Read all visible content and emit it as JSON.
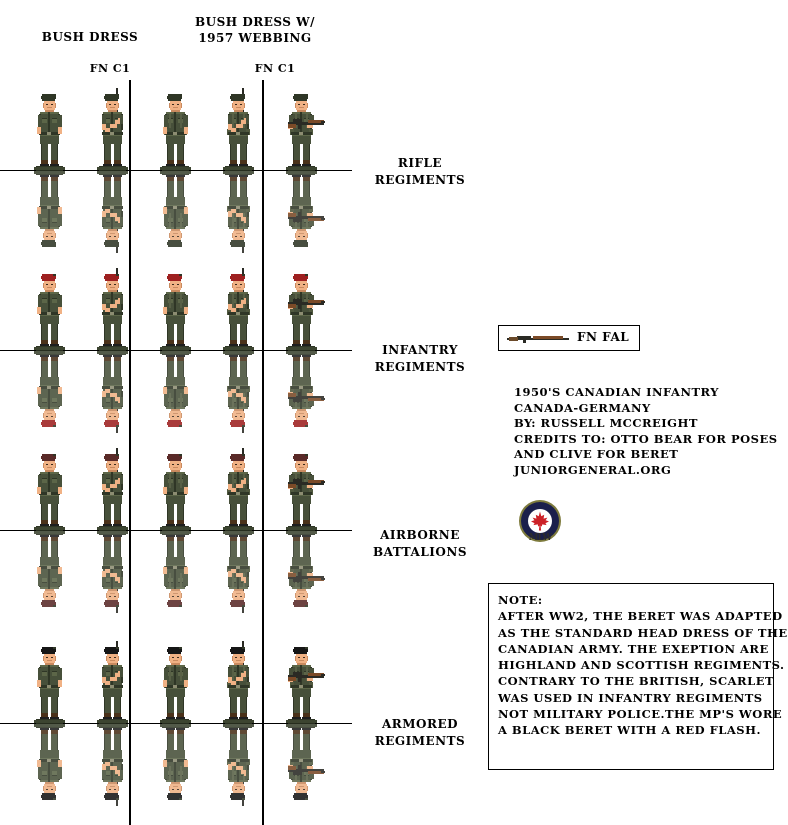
{
  "headers": {
    "col_group_left": "BUSH DRESS",
    "col_group_right_line1": "BUSH DRESS W/",
    "col_group_right_line2": "1957 WEBBING",
    "weapon_label_left": "FN C1",
    "weapon_label_right": "FN C1"
  },
  "rows": [
    {
      "id": "rifle",
      "line1": "RIFLE",
      "line2": "REGIMENTS",
      "beret": "#2f3626",
      "beret_color_name": "rifle-green"
    },
    {
      "id": "infantry",
      "line1": "INFANTRY",
      "line2": "REGIMENTS",
      "beret": "#9e2020",
      "beret_color_name": "scarlet"
    },
    {
      "id": "airborne",
      "line1": "AIRBORNE",
      "line2": "BATTALIONS",
      "beret": "#5a2a28",
      "beret_color_name": "maroon"
    },
    {
      "id": "armored",
      "line1": "ARMORED",
      "line2": "REGIMENTS",
      "beret": "#161616",
      "beret_color_name": "black"
    }
  ],
  "columns": [
    {
      "index": 0,
      "pose": "standing-at-ease",
      "webbing": "none",
      "weapon": "none"
    },
    {
      "index": 1,
      "pose": "standing-shoulder-arms",
      "webbing": "none",
      "weapon": "FN C1"
    },
    {
      "index": 2,
      "pose": "standing-at-ease",
      "webbing": "1957",
      "weapon": "none"
    },
    {
      "index": 3,
      "pose": "standing-shoulder-arms",
      "webbing": "1957",
      "weapon": "FN C1"
    },
    {
      "index": 4,
      "pose": "standing-port-arms",
      "webbing": "1957",
      "weapon": "FN FAL"
    }
  ],
  "legend": {
    "label": "FN FAL",
    "icon": "rifle-icon"
  },
  "credits": {
    "lines": [
      "1950'S CANADIAN INFANTRY",
      "CANADA-GERMANY",
      "BY: RUSSELL MCCREIGHT",
      "CREDITS TO: OTTO BEAR FOR POSES",
      "AND CLIVE FOR BERET",
      "JUNIORGENERAL.ORG"
    ]
  },
  "roundel": {
    "name": "canadian-maple-leaf-roundel",
    "sub_text": "MLW",
    "outer_color": "#7d7a3c",
    "ring_color": "#1b1f4b",
    "center_color": "#ffffff",
    "leaf_color": "#cc2128"
  },
  "note": {
    "title": "NOTE:",
    "lines": [
      "AFTER WW2, THE BERET WAS ADAPTED",
      "AS THE STANDARD HEAD DRESS OF THE",
      "CANADIAN ARMY. THE EXEPTION ARE",
      "HIGHLAND AND SCOTTISH REGIMENTS.",
      "CONTRARY TO THE BRITISH, SCARLET",
      "WAS USED IN INFANTRY REGIMENTS",
      "NOT MILITARY POLICE.THE MP'S WORE",
      "A BLACK BERET WITH A RED FLASH."
    ]
  },
  "palette": {
    "uniform": "#47503a",
    "uniform_dark": "#2f3626",
    "uniform_light": "#5c6648",
    "skin": "#f0b184",
    "boots": "#6b4a2a",
    "background": "#ffffff",
    "line": "#000000"
  }
}
